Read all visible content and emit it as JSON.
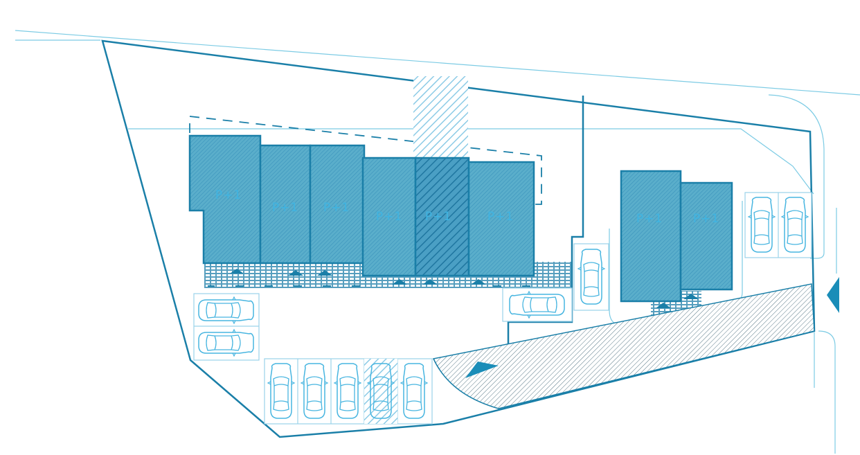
{
  "colors": {
    "outline": "#1a7fa8",
    "thin_line": "#7ccbe4",
    "building_fill": "#5aaecb",
    "hatch_dark": "#2e8ab3",
    "label": "#3fb4e2",
    "car": "#47b5e0",
    "road_hatch": "#4d6f7e",
    "arrow": "#1a8db8",
    "paving": "#2c86ae"
  },
  "buildings": [
    {
      "id": "b1",
      "label": "P+1"
    },
    {
      "id": "b2",
      "label": "P+1"
    },
    {
      "id": "b3",
      "label": "P+1"
    },
    {
      "id": "b4",
      "label": "P+1"
    },
    {
      "id": "b5",
      "label": "P+1",
      "highlighted": true
    },
    {
      "id": "b6",
      "label": "P+1"
    },
    {
      "id": "b7",
      "label": "P+1"
    },
    {
      "id": "b8",
      "label": "P+1"
    }
  ],
  "parking": {
    "left_horizontal": 2,
    "bottom_vertical": 5,
    "highlighted_bottom_index": 3,
    "right_pair": 2,
    "middle_horizontal": 1,
    "middle_vertical": 1
  },
  "entrance_arrow": "entrance-arrow-icon",
  "access_arrow": "access-arrow-icon"
}
